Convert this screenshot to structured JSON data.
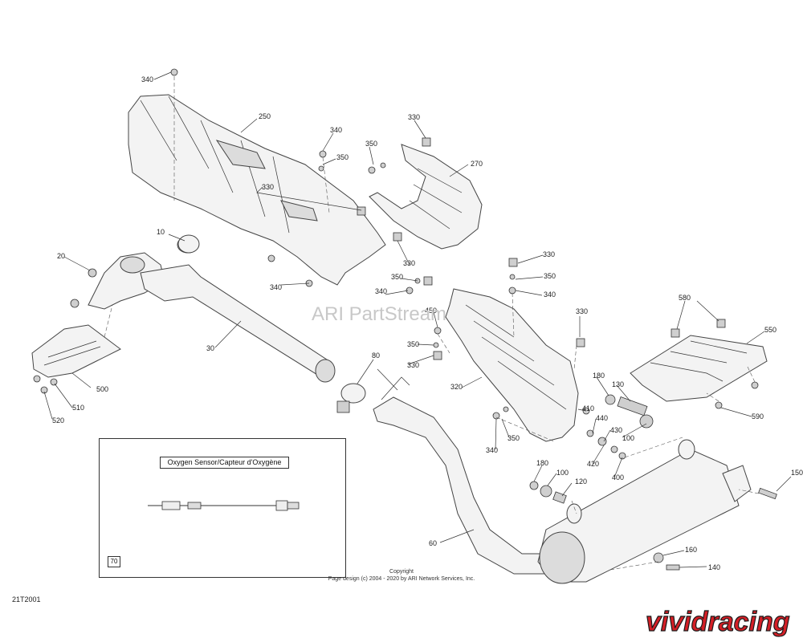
{
  "callouts": [
    {
      "id": "c340a",
      "label": "340"
    },
    {
      "id": "c250",
      "label": "250"
    },
    {
      "id": "c340b",
      "label": "340"
    },
    {
      "id": "c350a",
      "label": "350"
    },
    {
      "id": "c350b",
      "label": "350"
    },
    {
      "id": "c330a",
      "label": "330"
    },
    {
      "id": "c330b",
      "label": "330"
    },
    {
      "id": "c270",
      "label": "270"
    },
    {
      "id": "c10",
      "label": "10"
    },
    {
      "id": "c20",
      "label": "20"
    },
    {
      "id": "c340c",
      "label": "340"
    },
    {
      "id": "c330c",
      "label": "330"
    },
    {
      "id": "c330d",
      "label": "330"
    },
    {
      "id": "c350c",
      "label": "350"
    },
    {
      "id": "c350d",
      "label": "350"
    },
    {
      "id": "c340d",
      "label": "340"
    },
    {
      "id": "c340e",
      "label": "340"
    },
    {
      "id": "c450",
      "label": "450"
    },
    {
      "id": "c330e",
      "label": "330"
    },
    {
      "id": "c580",
      "label": "580"
    },
    {
      "id": "c550",
      "label": "550"
    },
    {
      "id": "c30",
      "label": "30"
    },
    {
      "id": "c350e",
      "label": "350"
    },
    {
      "id": "c330f",
      "label": "330"
    },
    {
      "id": "c80",
      "label": "80"
    },
    {
      "id": "c320",
      "label": "320"
    },
    {
      "id": "c180a",
      "label": "180"
    },
    {
      "id": "c130",
      "label": "130"
    },
    {
      "id": "c590",
      "label": "590"
    },
    {
      "id": "c500",
      "label": "500"
    },
    {
      "id": "c510",
      "label": "510"
    },
    {
      "id": "c520",
      "label": "520"
    },
    {
      "id": "c410",
      "label": "410"
    },
    {
      "id": "c440",
      "label": "440"
    },
    {
      "id": "c430",
      "label": "430"
    },
    {
      "id": "c100a",
      "label": "100"
    },
    {
      "id": "c350f",
      "label": "350"
    },
    {
      "id": "c340f",
      "label": "340"
    },
    {
      "id": "c420",
      "label": "420"
    },
    {
      "id": "c400",
      "label": "400"
    },
    {
      "id": "c150",
      "label": "150"
    },
    {
      "id": "c180b",
      "label": "180"
    },
    {
      "id": "c100b",
      "label": "100"
    },
    {
      "id": "c120",
      "label": "120"
    },
    {
      "id": "c60",
      "label": "60"
    },
    {
      "id": "c160",
      "label": "160"
    },
    {
      "id": "c140",
      "label": "140"
    }
  ],
  "inset": {
    "title": "Oxygen Sensor/Capteur d'Oxygène",
    "ref": "70"
  },
  "watermark": "ARI PartStream",
  "copyright": {
    "line1": "Copyright",
    "line2": "Page design (c) 2004 - 2020 by ARI Network Services, Inc."
  },
  "diagram_id": "21T2001",
  "logo_text": "vividracing",
  "colors": {
    "logo_red": "#d41f26",
    "logo_outline": "#1a1a1a"
  }
}
